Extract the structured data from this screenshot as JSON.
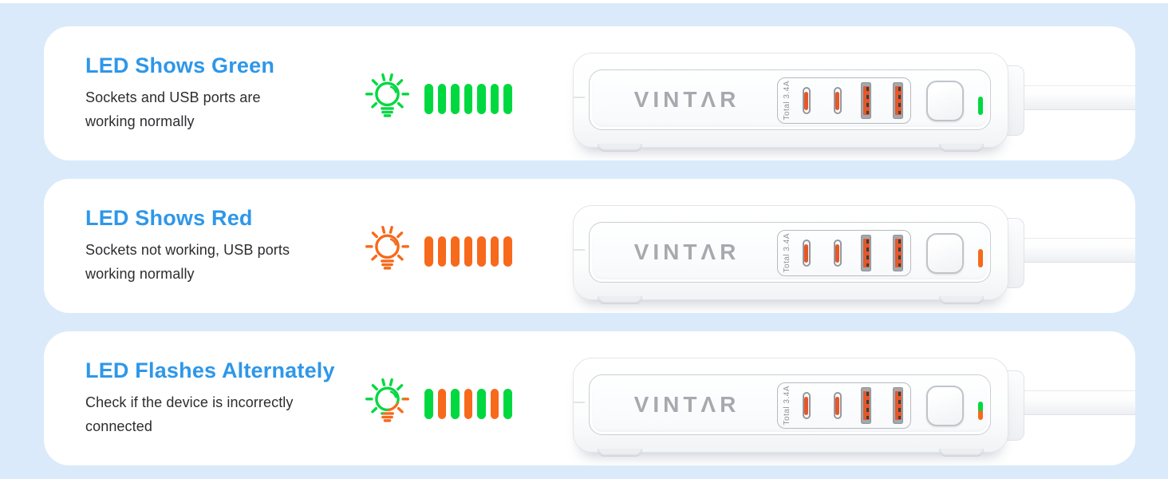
{
  "page": {
    "background_color": "#DAEAFA",
    "card_color": "#FFFFFF"
  },
  "colors": {
    "title_blue": "#2E97E9",
    "body_text": "#2C2D30",
    "green": "#00D840",
    "orange": "#F7691B",
    "brand_gray": "#A6AAAF"
  },
  "product": {
    "brand": "VINTAR",
    "brand_stylized": "VINTΛR",
    "ports_label": "Total 3.4A",
    "usb_c_ports": 2,
    "usb_a_ports": 2
  },
  "rows": [
    {
      "title": "LED Shows Green",
      "desc_lines": [
        "Sockets and USB ports are",
        "working normally"
      ],
      "bulb_colors": [
        "#00D840"
      ],
      "bars": [
        "#00D840",
        "#00D840",
        "#00D840",
        "#00D840",
        "#00D840",
        "#00D840",
        "#00D840"
      ],
      "led": [
        "#00D840"
      ]
    },
    {
      "title": "LED Shows Red",
      "desc_lines": [
        "Sockets not working, USB ports",
        "working normally"
      ],
      "bulb_colors": [
        "#F7691B"
      ],
      "bars": [
        "#F7691B",
        "#F7691B",
        "#F7691B",
        "#F7691B",
        "#F7691B",
        "#F7691B",
        "#F7691B"
      ],
      "led": [
        "#F7691B"
      ]
    },
    {
      "title": "LED Flashes Alternately",
      "desc_lines": [
        "Check if the device is incorrectly",
        "connected"
      ],
      "bulb_colors": [
        "#00D840",
        "#F7691B"
      ],
      "bars": [
        "#00D840",
        "#F7691B",
        "#00D840",
        "#F7691B",
        "#00D840",
        "#F7691B",
        "#00D840"
      ],
      "led": [
        "#00D840",
        "#F7691B"
      ]
    }
  ]
}
